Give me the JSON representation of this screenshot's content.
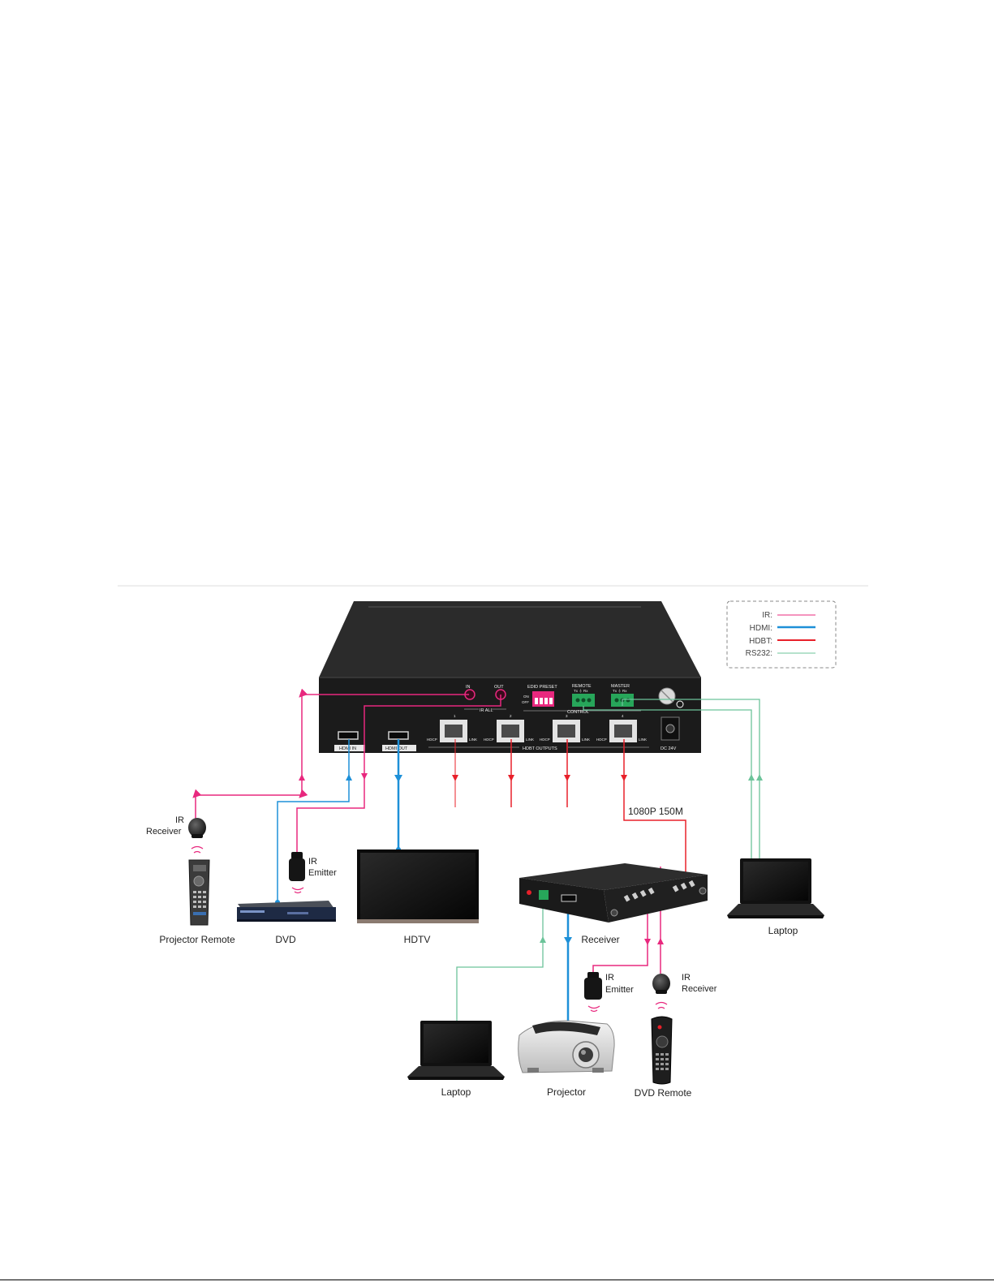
{
  "legend": {
    "ir": "IR:",
    "hdmi": "HDMI:",
    "hdbt": "HDBT:",
    "rs232": "RS232:",
    "colors": {
      "ir": "#e8287e",
      "hdmi": "#1e90d8",
      "hdbt": "#e8202a",
      "rs232": "#6cc49a"
    }
  },
  "matrix_panel": {
    "ir_in": "IN",
    "ir_out": "OUT",
    "ir_all": "IR ALL",
    "edid_preset": "EDID PRESET",
    "edid_on": "ON",
    "edid_off": "OFF",
    "remote": "REMOTE",
    "master": "MASTER",
    "txrx": "Tx ⏚ Rx",
    "control": "CONTROL",
    "hdmi_in": "HDMI IN",
    "hdmi_out": "HDMI OUT",
    "hdbt_outputs": "HDBT OUTPUTS",
    "hdcp": "HDCP",
    "link": "LINK",
    "port_numbers": [
      "1",
      "2",
      "3",
      "4"
    ],
    "dc": "DC 24V"
  },
  "cable_label": "1080P 150M",
  "devices": {
    "ir_receiver_left": [
      "IR",
      "Receiver"
    ],
    "projector_remote": "Projector Remote",
    "ir_emitter_left": [
      "IR",
      "Emitter"
    ],
    "dvd": "DVD",
    "hdtv": "HDTV",
    "receiver": "Receiver",
    "laptop_right": "Laptop",
    "ir_emitter_bottom": [
      "IR",
      "Emitter"
    ],
    "ir_receiver_bottom": [
      "IR",
      "Receiver"
    ],
    "laptop_bottom": "Laptop",
    "projector": "Projector",
    "dvd_remote": "DVD Remote"
  }
}
